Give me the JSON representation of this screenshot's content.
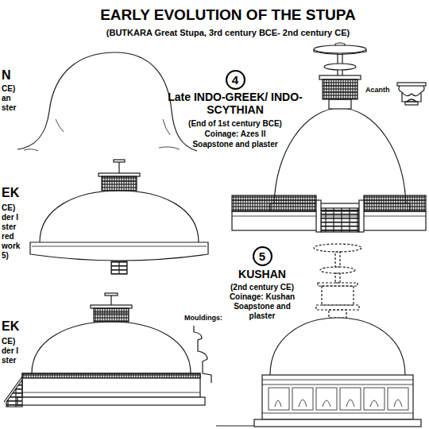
{
  "diagram": {
    "title": "EARLY EVOLUTION OF THE STUPA",
    "nodes": [
      {
        "text": [
          "4"
        ]
      },
      {
        "text": [
          "5"
        ]
      }
    ],
    "labels": [
      "(BUTKARA Great Stupa, 3rd century BCE- 2nd century CE)",
      "N",
      "CE)",
      "an",
      "ster",
      "EK",
      "CE)",
      "der I",
      "ster",
      "red",
      "work",
      "5)",
      "EK",
      "CE)",
      "der I",
      "ster",
      "Mouldings:",
      "Late INDO-GREEK/ INDO-SCYTHIAN",
      "(End of 1st century BCE)",
      "Coinage: Azes II",
      "Soapstone and plaster",
      "Acanth",
      "KUSHAN",
      "(2nd century CE)",
      "Coinage: Kushan",
      "Soapstone and plaster"
    ]
  }
}
